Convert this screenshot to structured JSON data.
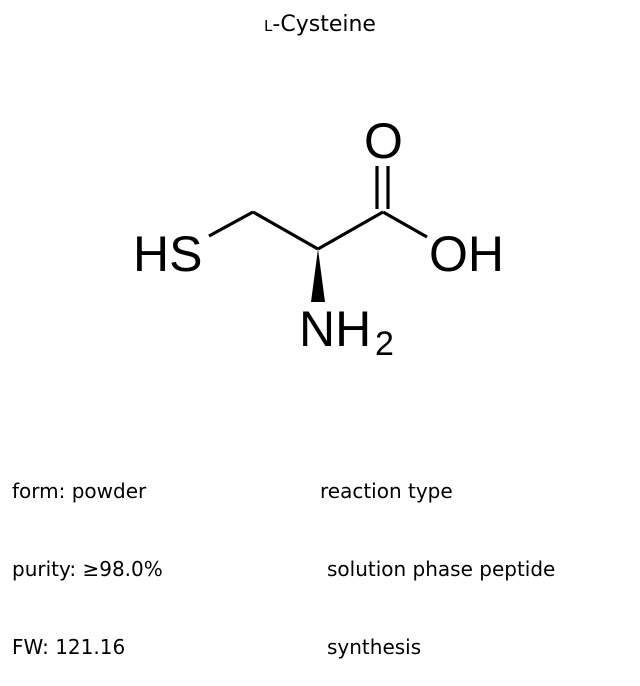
{
  "title": {
    "prefix": "L",
    "name": "-Cysteine"
  },
  "structure": {
    "atoms": {
      "thiol": "HS",
      "carbonyl_oxygen": "O",
      "hydroxyl": "OH",
      "amine": "NH",
      "amine_subscript": "2"
    },
    "stereo": "wedge bond to NH2 (L-configuration)"
  },
  "properties": {
    "form": "form: powder",
    "purity": "purity: ≥98.0%",
    "fw": "FW: 121.16"
  },
  "reaction": {
    "label": "reaction type",
    "line1": "solution phase peptide",
    "line2": "synthesis"
  },
  "colors": {
    "background": "#ffffff",
    "ink": "#000000"
  }
}
